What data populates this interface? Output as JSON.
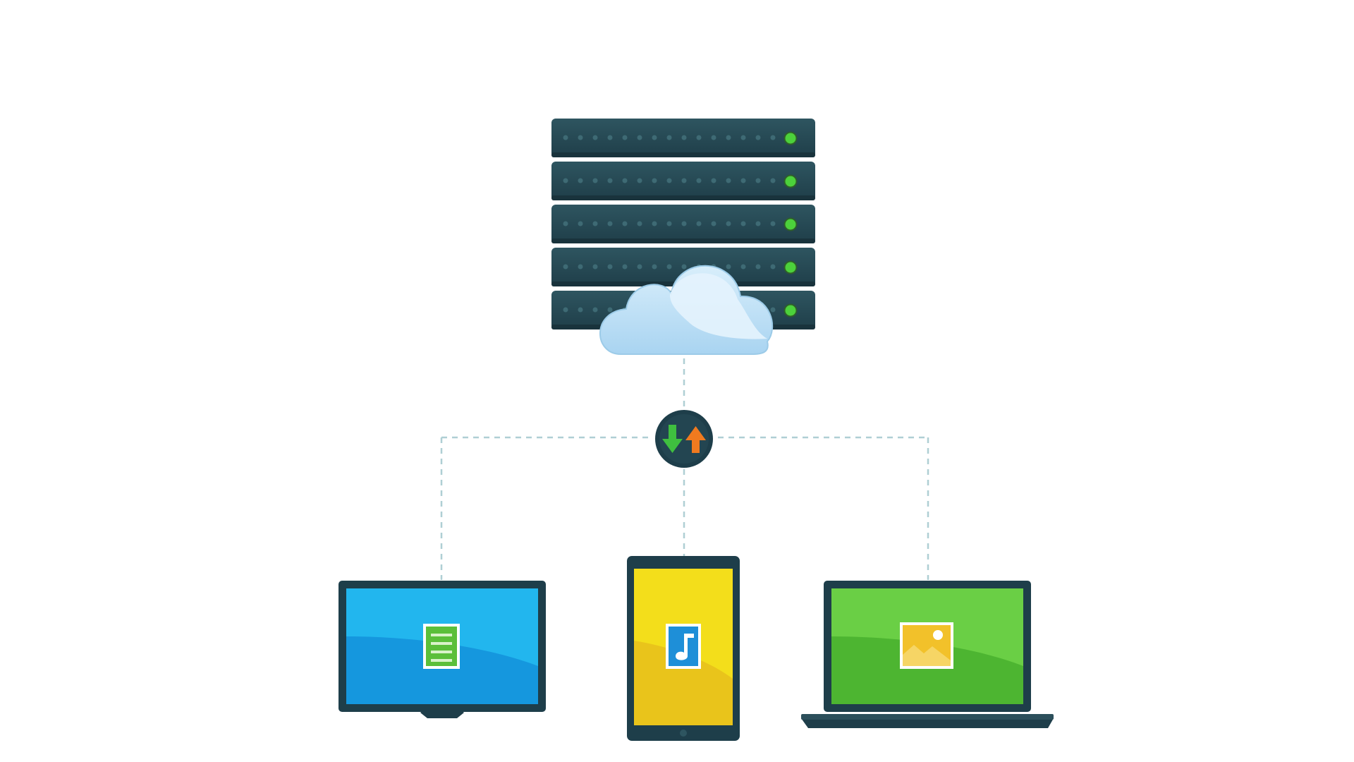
{
  "diagram": {
    "kind": "cloud-sync",
    "server": {
      "rack_units": 5,
      "status_led_color": "#4CD13B"
    },
    "cloud": {
      "color": "#B3DAF3"
    },
    "sync_hub": {
      "download_arrow_color": "#3FBF3F",
      "upload_arrow_color": "#F07A1F"
    },
    "connector_color": "#AFCFD4",
    "devices": [
      {
        "id": "desktop-monitor",
        "screen_color": "#1AA6E8",
        "file_icon": "document-icon",
        "icon_color": "#5BBF3A"
      },
      {
        "id": "tablet",
        "screen_color": "#F0D81A",
        "file_icon": "music-note-icon",
        "icon_color": "#1E8FD8"
      },
      {
        "id": "laptop",
        "screen_color": "#5CC63A",
        "file_icon": "image-icon",
        "icon_color": "#F2C12A"
      }
    ],
    "frame_color": "#1E3E4A"
  }
}
